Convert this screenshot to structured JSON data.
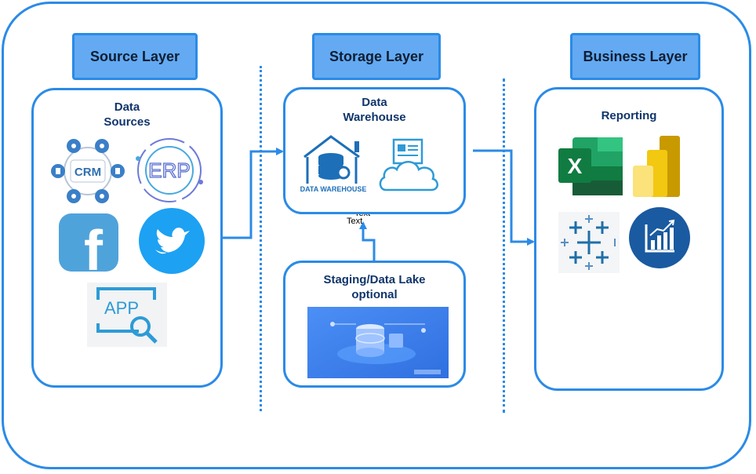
{
  "layers": {
    "source": {
      "title": "Source Layer"
    },
    "storage": {
      "title": "Storage Layer"
    },
    "business": {
      "title": "Business Layer"
    }
  },
  "panels": {
    "data_sources": {
      "title_line1": "Data",
      "title_line2": "Sources"
    },
    "data_warehouse": {
      "title_line1": "Data",
      "title_line2": "Warehouse"
    },
    "staging": {
      "title_line1": "Staging/Data Lake",
      "title_line2": "optional"
    },
    "reporting": {
      "title": "Reporting"
    }
  },
  "icons": {
    "crm": {
      "name": "crm-icon",
      "label": "CRM"
    },
    "erp": {
      "name": "erp-icon",
      "label": "ERP"
    },
    "facebook": {
      "name": "facebook-icon",
      "label": "f"
    },
    "twitter": {
      "name": "twitter-icon"
    },
    "app": {
      "name": "app-search-icon",
      "label": "APP"
    },
    "warehouse": {
      "name": "data-warehouse-icon",
      "label": "DATA WAREHOUSE"
    },
    "cloud": {
      "name": "cloud-storage-icon"
    },
    "datalake": {
      "name": "data-lake-image"
    },
    "excel": {
      "name": "excel-icon",
      "label": "X"
    },
    "powerbi": {
      "name": "power-bi-icon"
    },
    "tableau": {
      "name": "tableau-icon"
    },
    "analytics": {
      "name": "analytics-chart-icon"
    }
  },
  "labels": {
    "text1": "Text",
    "text2": "Text"
  },
  "colors": {
    "accent": "#2b8be6",
    "header_fill": "#63aaf2",
    "title_text": "#10356b"
  }
}
